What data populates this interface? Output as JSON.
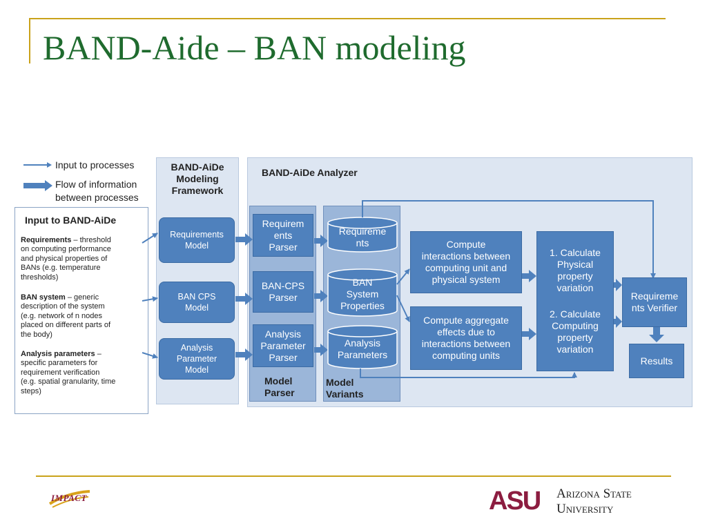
{
  "slide": {
    "title": "BAND-Aide – BAN modeling"
  },
  "legend": {
    "input_label": "Input to processes",
    "flow_label_line1": "Flow of information",
    "flow_label_line2": "between processes"
  },
  "input_panel": {
    "heading": "Input to BAND-AiDe",
    "items": [
      {
        "term": "Requirements",
        "desc_lines": [
          "– threshold",
          "on computing  performance",
          "and physical properties of",
          "BANs (e.g. temperature",
          "thresholds)"
        ]
      },
      {
        "term": "BAN system",
        "desc_lines": [
          "– generic",
          "description of the system",
          "(e.g. network of n nodes",
          "placed on different parts of",
          "the body)"
        ]
      },
      {
        "term": "Analysis parameters",
        "desc_lines": [
          "–",
          "specific parameters for",
          "requirement verification",
          "(e.g. spatial granularity, time",
          "steps)"
        ]
      }
    ]
  },
  "framework": {
    "heading_lines": [
      "BAND-AiDe",
      "Modeling",
      "Framework"
    ],
    "models": [
      {
        "lines": [
          "Requirements",
          "Model"
        ]
      },
      {
        "lines": [
          "BAN CPS",
          "Model"
        ]
      },
      {
        "lines": [
          "Analysis",
          "Parameter",
          "Model"
        ]
      }
    ]
  },
  "analyzer": {
    "heading": "BAND-AiDe Analyzer",
    "parser_column": {
      "parsers": [
        {
          "lines": [
            "Requirem",
            "ents",
            "Parser"
          ]
        },
        {
          "lines": [
            "BAN-CPS",
            "Parser"
          ]
        },
        {
          "lines": [
            "Analysis",
            "Parameter",
            "Parser"
          ]
        }
      ],
      "footer_lines": [
        "Model",
        "Parser"
      ]
    },
    "variant_column": {
      "variants": [
        {
          "lines": [
            "Requireme",
            "nts"
          ]
        },
        {
          "lines": [
            "BAN",
            "System",
            "Properties"
          ]
        },
        {
          "lines": [
            "Analysis",
            "Parameters"
          ]
        }
      ],
      "footer_lines": [
        "Model",
        "Variants"
      ]
    },
    "compute_boxes": [
      {
        "lines": [
          "Compute",
          "interactions between",
          "computing unit and",
          "physical system"
        ]
      },
      {
        "lines": [
          "Compute aggregate",
          "effects due to",
          "interactions between",
          "computing units"
        ]
      }
    ],
    "calculate_box": {
      "item1_lines": [
        "1. Calculate",
        "Physical",
        "property",
        "variation"
      ],
      "item2_lines": [
        "2. Calculate",
        "Computing",
        "property",
        "variation"
      ]
    },
    "verifier_lines": [
      "Requireme",
      "nts Verifier"
    ],
    "results_label": "Results"
  },
  "footer": {
    "impact_logo_text": "IMPACT",
    "asu_monogram": "ASU",
    "asu_name_line1": "Arizona State",
    "asu_name_line2": "University"
  },
  "colors": {
    "title_green": "#1f6b2e",
    "gold_rule": "#c9a21a",
    "box_blue": "#4f81bd",
    "panel_bg": "#dde6f2",
    "column_bg": "#9bb6d9",
    "asu_maroon": "#8c1d40"
  }
}
